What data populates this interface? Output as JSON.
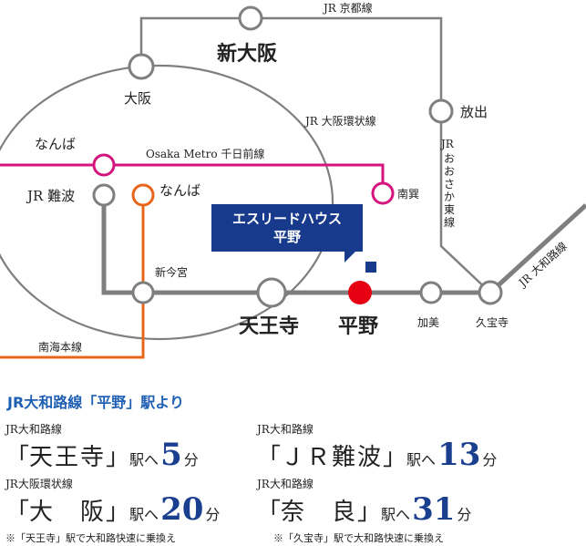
{
  "map": {
    "lines": {
      "jr_kyoto": "JR 京都線",
      "jr_osaka_loop": "JR 大阪環状線",
      "jr_osaka_higashi": "JR\nおおさか東線",
      "jr_yamatoji": "JR 大和路線",
      "osaka_metro_sennichimae": "Osaka Metro 千日前線",
      "nankai_main": "南海本線"
    },
    "stations": {
      "shin_osaka": "新大阪",
      "osaka": "大阪",
      "hanaten": "放出",
      "namba_metro": "なんば",
      "jr_namba": "JR 難波",
      "namba_nankai": "なんば",
      "minami_tatsumi": "南巽",
      "shin_imamiya": "新今宮",
      "tennoji": "天王寺",
      "hirano": "平野",
      "kami": "加美",
      "kyuhoji": "久宝寺"
    },
    "callout": {
      "line1": "エスリードハウス",
      "line2": "平野"
    },
    "colors": {
      "jr": "#7f7f7f",
      "metro": "#d4157e",
      "nankai": "#e8661c",
      "marker": "#e60012",
      "brand": "#173a8c"
    }
  },
  "info": {
    "heading": "JR大和路線「平野」駅より",
    "routes": [
      {
        "line": "JR大和路線",
        "open": "「",
        "station": "天王寺",
        "close": "」",
        "suffix": "駅へ",
        "minutes": "5",
        "unit": "分"
      },
      {
        "line": "JR大和路線",
        "open": "「",
        "station": "ＪＲ難波",
        "close": "」",
        "suffix": "駅へ",
        "minutes": "13",
        "unit": "分"
      },
      {
        "line": "JR大阪環状線",
        "open": "「",
        "station": "大　阪",
        "close": "」",
        "suffix": "駅へ",
        "minutes": "20",
        "unit": "分"
      },
      {
        "line": "JR大和路線",
        "open": "「",
        "station": "奈　良",
        "close": "」",
        "suffix": "駅へ",
        "minutes": "31",
        "unit": "分"
      }
    ],
    "notes": [
      "※「天王寺」駅で大和路快速に乗換え",
      "※「久宝寺」駅で大和路快速に乗換え"
    ]
  }
}
